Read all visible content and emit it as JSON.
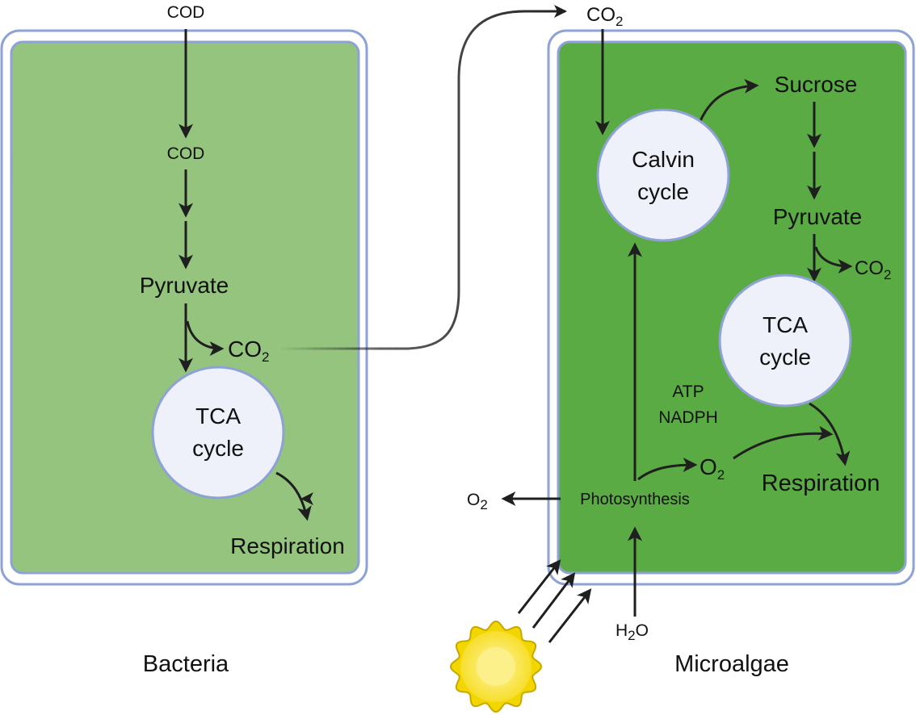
{
  "colors": {
    "bacteria_fill": "#94c47d",
    "algae_fill": "#5aab43",
    "membrane": "#8ea2d6",
    "circle_fill": "#eef1fa",
    "arrow": "#1f1f1f",
    "sun_outer": "#f2d600",
    "sun_inner": "#fbe96a"
  },
  "bacteria": {
    "caption": "Bacteria",
    "input_cod": "COD",
    "inner_cod": "COD",
    "pyruvate": "Pyruvate",
    "co2_main": "CO",
    "co2_sub": "2",
    "tca_line1": "TCA",
    "tca_line2": "cycle",
    "respiration": "Respiration"
  },
  "microalgae": {
    "caption": "Microalgae",
    "co2_in_main": "CO",
    "co2_in_sub": "2",
    "calvin_line1": "Calvin",
    "calvin_line2": "cycle",
    "sucrose": "Sucrose",
    "pyruvate": "Pyruvate",
    "co2_out_main": "CO",
    "co2_out_sub": "2",
    "tca_line1": "TCA",
    "tca_line2": "cycle",
    "respiration": "Respiration",
    "atp": "ATP",
    "nadph": "NADPH",
    "photosynthesis": "Photosynthesis",
    "o2_in_main": "O",
    "o2_in_sub": "2",
    "o2_out_main": "O",
    "o2_out_sub": "2",
    "h2o_h": "H",
    "h2o_sub": "2",
    "h2o_o": "O"
  },
  "icons": {
    "sun": "sun-icon"
  }
}
